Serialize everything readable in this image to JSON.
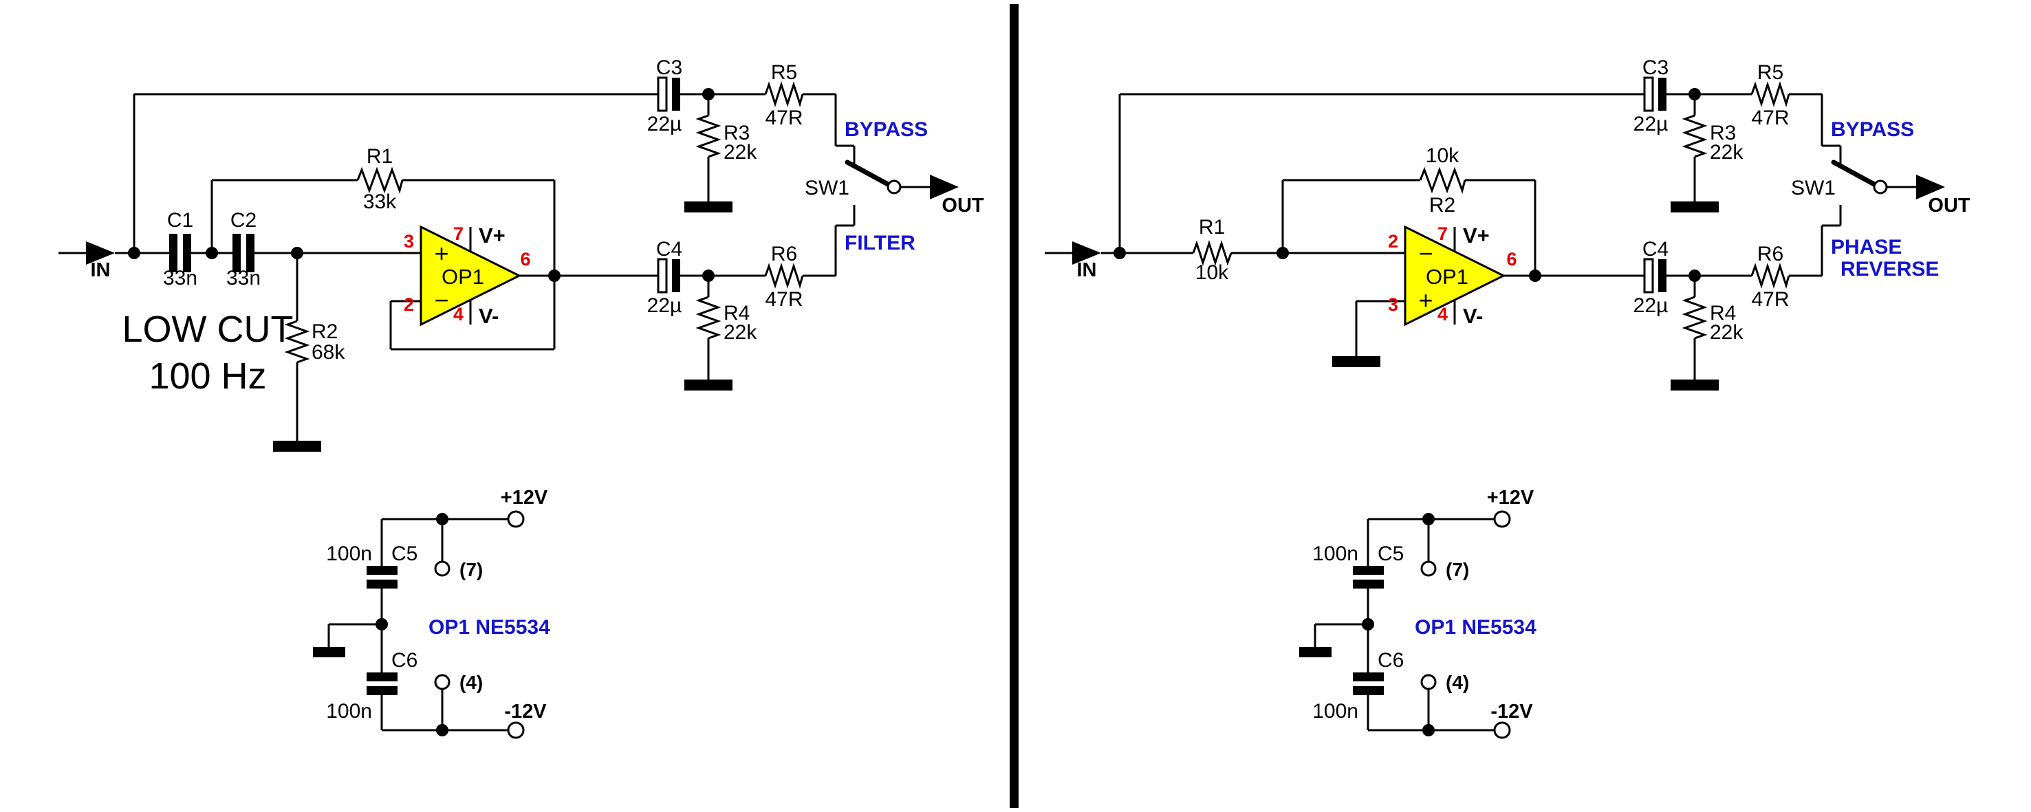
{
  "colors": {
    "background": "#ffffff",
    "wire": "#000000",
    "opamp_fill": "#ffff00",
    "pin_number_red": "#e50000",
    "label_blue": "#1414cc",
    "divider": "#000000"
  },
  "left_circuit": {
    "title_line1": "LOW CUT",
    "title_line2": "100 Hz",
    "in_label": "IN",
    "out_label": "OUT",
    "c1_ref": "C1",
    "c1_val": "33n",
    "c2_ref": "C2",
    "c2_val": "33n",
    "r1_ref": "R1",
    "r1_val": "33k",
    "r2_ref": "R2",
    "r2_val": "68k",
    "c3_ref": "C3",
    "c3_val": "22µ",
    "r3_ref": "R3",
    "r3_val": "22k",
    "r5_ref": "R5",
    "r5_val": "47R",
    "c4_ref": "C4",
    "c4_val": "22µ",
    "r4_ref": "R4",
    "r4_val": "22k",
    "r6_ref": "R6",
    "r6_val": "47R",
    "switch_ref": "SW1",
    "switch_top_label": "BYPASS",
    "switch_bottom_label": "FILTER",
    "opamp": {
      "name": "OP1",
      "plus_sign": "+",
      "minus_sign": "−",
      "pin_noninv": "3",
      "pin_inv": "2",
      "pin_vplus": "7",
      "pin_vminus": "4",
      "pin_out": "6",
      "vplus_label": "V+",
      "vminus_label": "V-"
    },
    "power": {
      "c5_ref": "C5",
      "c5_val": "100n",
      "c6_ref": "C6",
      "c6_val": "100n",
      "vplus_label": "+12V",
      "vminus_label": "-12V",
      "pin7_label": "(7)",
      "pin4_label": "(4)",
      "ic_note": "OP1  NE5534"
    }
  },
  "right_circuit": {
    "in_label": "IN",
    "out_label": "OUT",
    "r1_ref": "R1",
    "r1_val": "10k",
    "r2_ref": "R2",
    "r2_val": "10k",
    "c3_ref": "C3",
    "c3_val": "22µ",
    "r3_ref": "R3",
    "r3_val": "22k",
    "r5_ref": "R5",
    "r5_val": "47R",
    "c4_ref": "C4",
    "c4_val": "22µ",
    "r4_ref": "R4",
    "r4_val": "22k",
    "r6_ref": "R6",
    "r6_val": "47R",
    "switch_ref": "SW1",
    "switch_top_label": "BYPASS",
    "switch_bottom_label_line1": "PHASE",
    "switch_bottom_label_line2": "REVERSE",
    "opamp": {
      "name": "OP1",
      "plus_sign": "+",
      "minus_sign": "−",
      "pin_inv": "2",
      "pin_noninv": "3",
      "pin_vplus": "7",
      "pin_vminus": "4",
      "pin_out": "6",
      "vplus_label": "V+",
      "vminus_label": "V-"
    },
    "power": {
      "c5_ref": "C5",
      "c5_val": "100n",
      "c6_ref": "C6",
      "c6_val": "100n",
      "vplus_label": "+12V",
      "vminus_label": "-12V",
      "pin7_label": "(7)",
      "pin4_label": "(4)",
      "ic_note": "OP1  NE5534"
    }
  }
}
